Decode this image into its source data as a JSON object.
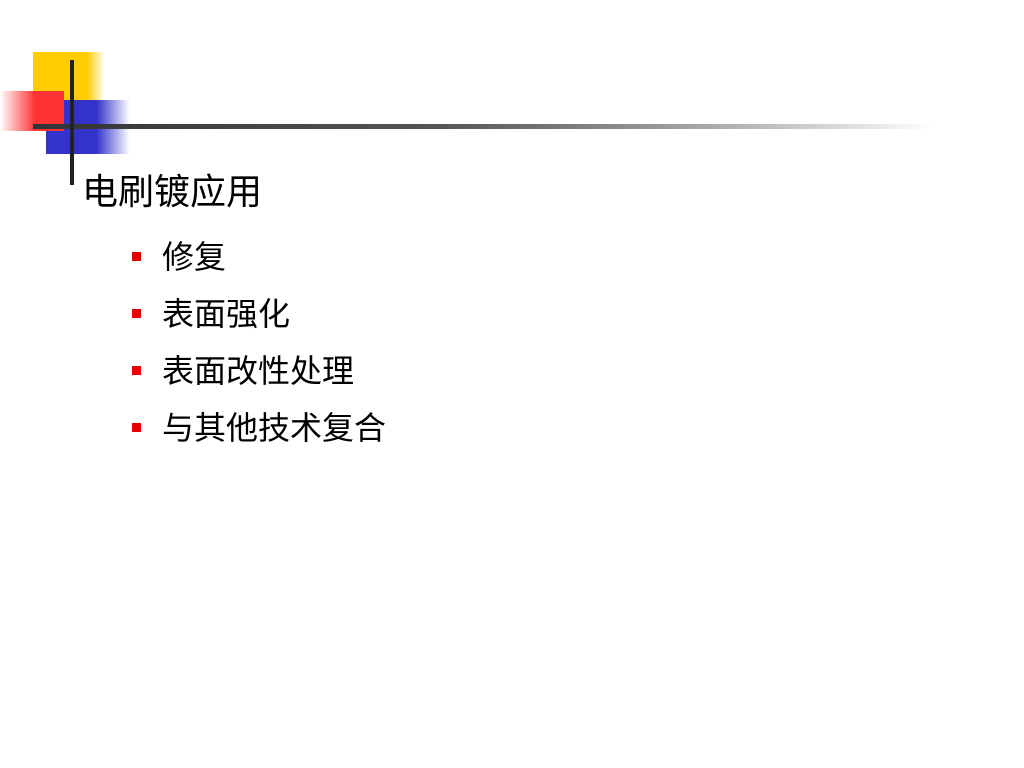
{
  "slide": {
    "title": "电刷镀应用",
    "bullets": [
      {
        "label": "修复"
      },
      {
        "label": "表面强化"
      },
      {
        "label": "表面改性处理"
      },
      {
        "label": "与其他技术复合"
      }
    ]
  },
  "colors": {
    "accent_yellow": "#FFCC00",
    "accent_red": "#FF3333",
    "accent_blue": "#3333CC",
    "line_dark": "#333333",
    "bullet_marker": "#E60000"
  }
}
